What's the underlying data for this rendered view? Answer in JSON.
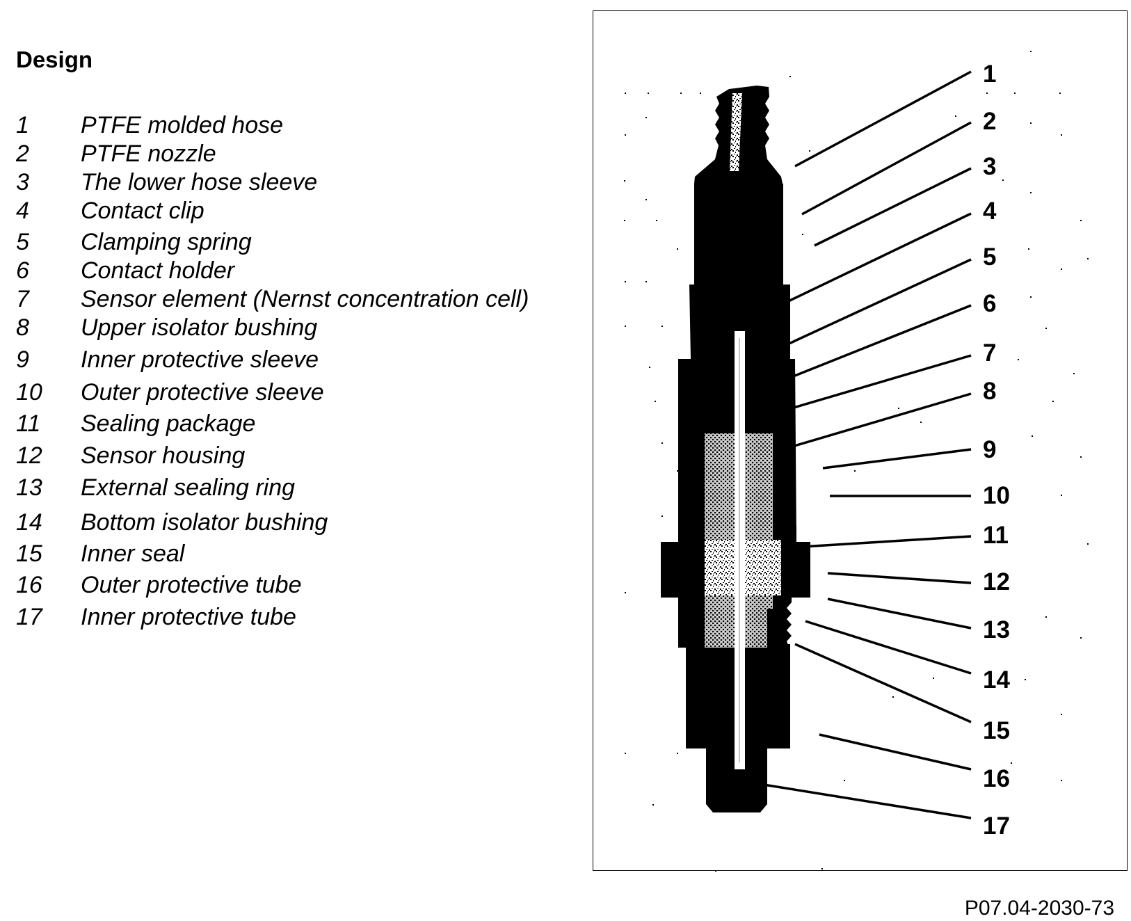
{
  "title": "Design",
  "items": [
    {
      "number": "1",
      "label": "PTFE molded hose"
    },
    {
      "number": "2",
      "label": "PTFE nozzle"
    },
    {
      "number": "3",
      "label": "The lower hose sleeve"
    },
    {
      "number": "4",
      "label": "Contact clip"
    },
    {
      "number": "5",
      "label": "Clamping spring"
    },
    {
      "number": "6",
      "label": "Contact holder"
    },
    {
      "number": "7",
      "label": "Sensor element (Nernst concentration cell)"
    },
    {
      "number": "8",
      "label": "Upper isolator bushing"
    },
    {
      "number": "9",
      "label": "Inner protective sleeve"
    },
    {
      "number": "10",
      "label": "Outer protective sleeve"
    },
    {
      "number": "11",
      "label": "Sealing package"
    },
    {
      "number": "12",
      "label": "Sensor housing"
    },
    {
      "number": "13",
      "label": "External sealing ring"
    },
    {
      "number": "14",
      "label": "Bottom isolator bushing"
    },
    {
      "number": "15",
      "label": "Inner seal"
    },
    {
      "number": "16",
      "label": "Outer protective tube"
    },
    {
      "number": "17",
      "label": "Inner protective tube"
    }
  ],
  "figure_code": "P07.04-2030-73"
}
